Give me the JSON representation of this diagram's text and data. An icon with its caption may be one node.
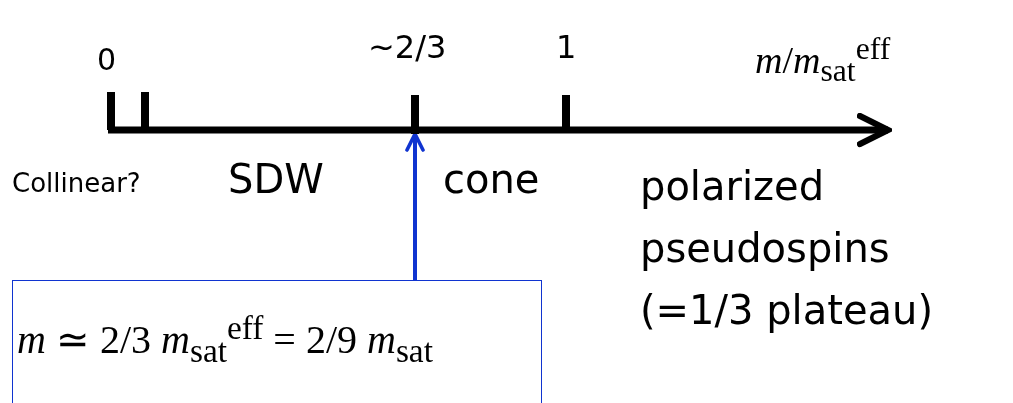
{
  "diagram": {
    "nodes": [
      {
        "text": [
          "*m* ≃ 2/3 *m*$_{sat}$$^{eff}$ = 2/9 *m*$_{sat}$"
        ]
      },
      {
        "text": [],
        "shape": "bar"
      }
    ],
    "edges": [
      {
        "from": 0,
        "to": 1,
        "arrow": "to",
        "color": "#1034d0"
      }
    ],
    "labels": [
      "0",
      "~2/3",
      "1",
      "*m*/*m*$_{sat}$$^{eff}$",
      "Collinear?",
      "SDW",
      "cone",
      "polarized pseudospins (=1/3 plateau)"
    ]
  }
}
